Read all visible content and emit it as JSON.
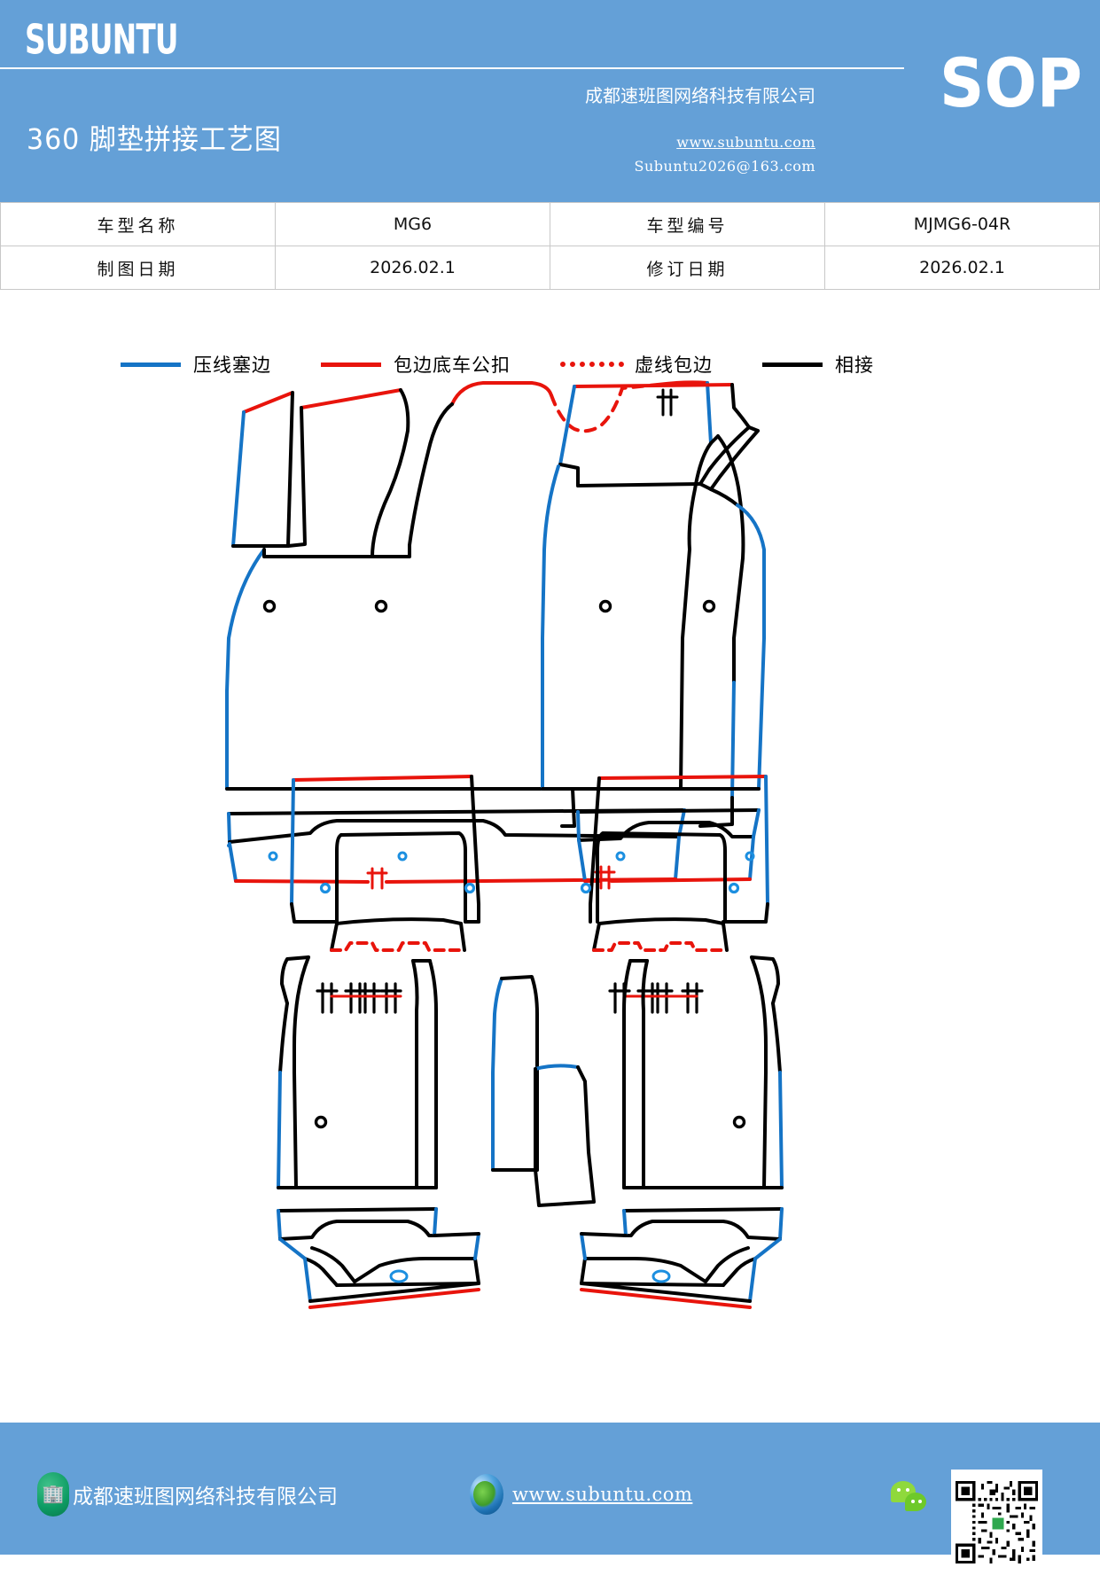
{
  "header": {
    "brand": "SUBUNTU",
    "doc_title": "360 脚垫拼接工艺图",
    "company_cn": "成都速班图网络科技有限公司",
    "website": "www.subuntu.com",
    "email": "Subuntu2026@163.com",
    "sop_badge": "SOP",
    "accent_color": "#64a0d7"
  },
  "info_table": {
    "rows": [
      {
        "label_1": "车型名称",
        "value_1": "MG6",
        "label_2": "车型编号",
        "value_2": "MJMG6-04R"
      },
      {
        "label_1": "制图日期",
        "value_1": "2026.02.1",
        "label_2": "修订日期",
        "value_2": "2026.02.1"
      }
    ]
  },
  "legend": {
    "items": [
      {
        "label": "压线塞边",
        "style": "solid",
        "color": "#1574c6"
      },
      {
        "label": "包边底车公扣",
        "style": "solid",
        "color": "#e8140c"
      },
      {
        "label": "虚线包边",
        "style": "dotted",
        "color": "#e8140c"
      },
      {
        "label": "相接",
        "style": "solid",
        "color": "#000000"
      }
    ]
  },
  "drawing": {
    "title": "360 脚垫拼接工艺图",
    "type": "floor-mat-pattern-layout",
    "colors": {
      "press_edge": "#1574c6",
      "binding_buckle": "#e8140c",
      "dashed_binding": "#e8140c",
      "joint": "#000000",
      "eyelet_black": "#000000",
      "eyelet_blue": "#1c8fe0"
    },
    "pieces": [
      {
        "name": "front-left-mat",
        "position": "top-left",
        "eyelets": 2,
        "blue_eyelets": 2
      },
      {
        "name": "front-right-mat",
        "position": "top-right",
        "eyelets": 2,
        "blue_eyelets": 2
      },
      {
        "name": "rear-left-mat",
        "position": "bottom-left",
        "eyelets": 1,
        "blue_eyelets": 3
      },
      {
        "name": "rear-right-mat",
        "position": "bottom-right",
        "eyelets": 1,
        "blue_eyelets": 3
      },
      {
        "name": "center-tunnel-panel",
        "position": "bottom-center",
        "eyelets": 0,
        "blue_eyelets": 0
      }
    ],
    "stop_marks": 8
  },
  "footer": {
    "company_cn": "成都速班图网络科技有限公司",
    "website": "www.subuntu.com",
    "building_icon": "building-icon",
    "globe_icon": "globe-icon",
    "wechat_icon": "wechat-icon",
    "qr_code": "qr-code"
  }
}
